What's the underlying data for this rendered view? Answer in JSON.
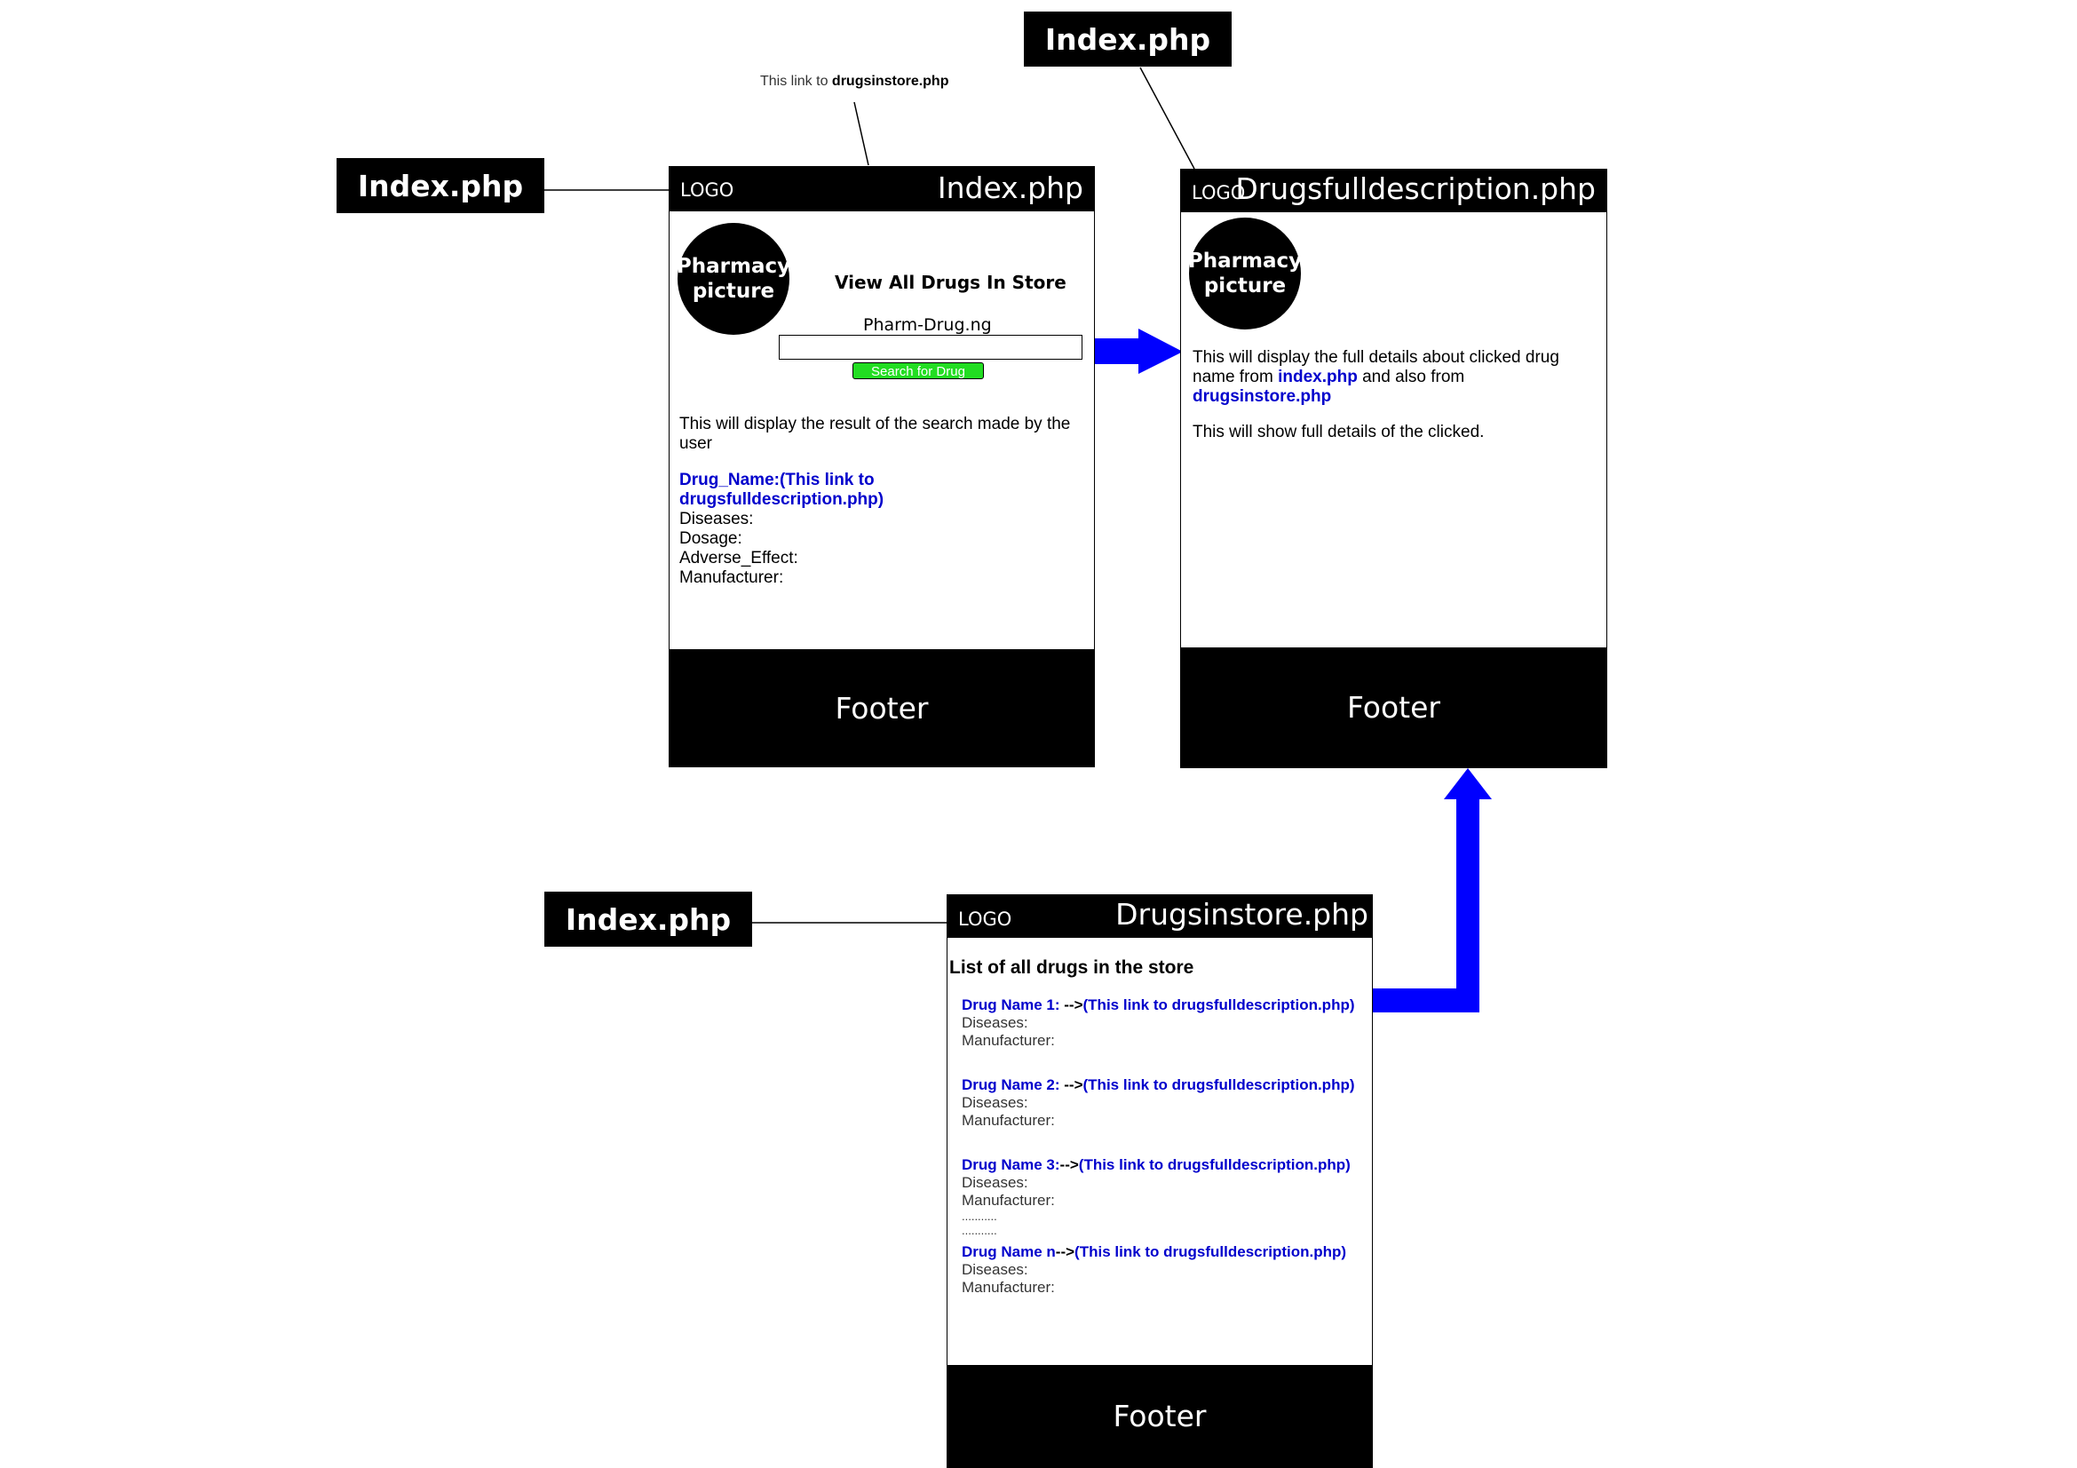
{
  "tags": {
    "top_center": "Index.php",
    "left_top": "Index.php",
    "left_bottom": "Index.php"
  },
  "annotation": {
    "prefix": "This link to",
    "target": "drugsinstore.php"
  },
  "index_page": {
    "logo": "LOGO",
    "page_name": "Index.php",
    "picture_label": "Pharmacy picture",
    "view_all": "View All Drugs In Store",
    "site_name": "Pharm-Drug.ng",
    "search_placeholder": "",
    "search_button": "Search for Drug",
    "result_text": "This will display the result of the search made by the user",
    "drug_name_link": "Drug_Name:(This link  to drugsfulldescription.php)",
    "fields": [
      "Diseases:",
      "Dosage:",
      "Adverse_Effect:",
      "Manufacturer:"
    ],
    "footer": "Footer"
  },
  "desc_page": {
    "logo": "LOGO",
    "page_name": "Drugsfulldescription.php",
    "picture_label": "Pharmacy picture",
    "text1_a": "This will display the full details about clicked drug name from",
    "text1_link1": "index.php",
    "text1_b": "and also from",
    "text1_link2": "drugsinstore.php",
    "text2": "This will show full details of the clicked.",
    "footer": "Footer"
  },
  "store_page": {
    "logo": "LOGO",
    "page_name": "Drugsinstore.php",
    "heading": "List of all drugs in the store",
    "drugs": [
      {
        "name": "Drug Name 1:",
        "arrow": " -->",
        "link": "(This link  to drugsfulldescription.php)",
        "diseases": "Diseases:",
        "manufacturer": "Manufacturer:"
      },
      {
        "name": "Drug Name 2:",
        "arrow": " -->",
        "link": "(This link  to drugsfulldescription.php)",
        "diseases": "Diseases:",
        "manufacturer": "Manufacturer:"
      },
      {
        "name": "Drug Name 3:",
        "arrow": "-->",
        "link": "(This link  to drugsfulldescription.php)",
        "diseases": "Diseases:",
        "manufacturer": "Manufacturer:"
      },
      {
        "name": "Drug Name n",
        "arrow": "-->",
        "link": "(This link  to drugsfulldescription.php)",
        "diseases": "Diseases:",
        "manufacturer": "Manufacturer:"
      }
    ],
    "ellipsis1": "...........",
    "ellipsis2": "...........",
    "footer": "Footer"
  },
  "colors": {
    "arrow": "#0000ff",
    "link": "#0000cc",
    "button": "#22dd22"
  }
}
